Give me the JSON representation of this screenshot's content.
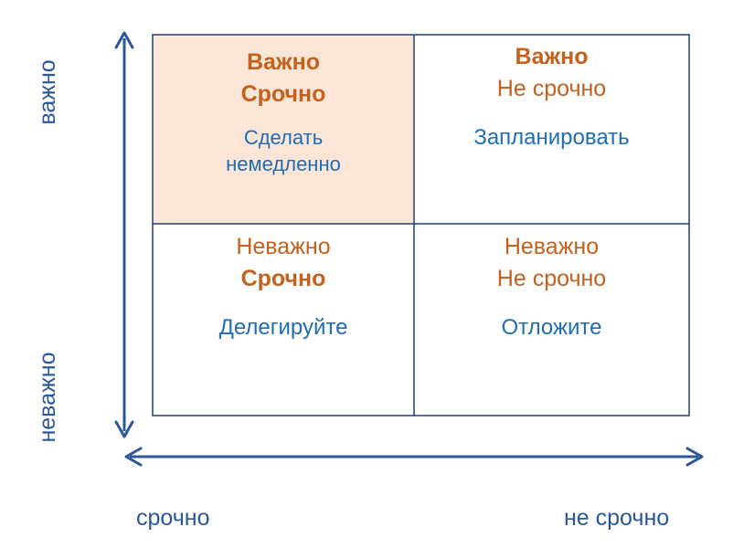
{
  "quadrants": {
    "top_left": {
      "line1": "Важно",
      "line2": "Срочно",
      "action_line1": "Сделать",
      "action_line2": "немедленно",
      "fill": "#fbe5d6"
    },
    "top_right": {
      "line1": "Важно",
      "line2": "Не срочно",
      "action": "Запланировать"
    },
    "bottom_left": {
      "line1": "Неважно",
      "line2": "Срочно",
      "action": "Делегируйте"
    },
    "bottom_right": {
      "line1": "Неважно",
      "line2": "Не срочно",
      "action": "Отложите"
    }
  },
  "axes": {
    "vertical_top": "важно",
    "vertical_bottom": "неважно",
    "horizontal_left": "срочно",
    "horizontal_right": "не срочно"
  },
  "colors": {
    "heading": "#c5611c",
    "action": "#1e6db5",
    "axis": "#2b579a",
    "border": "#1f3f7a"
  }
}
